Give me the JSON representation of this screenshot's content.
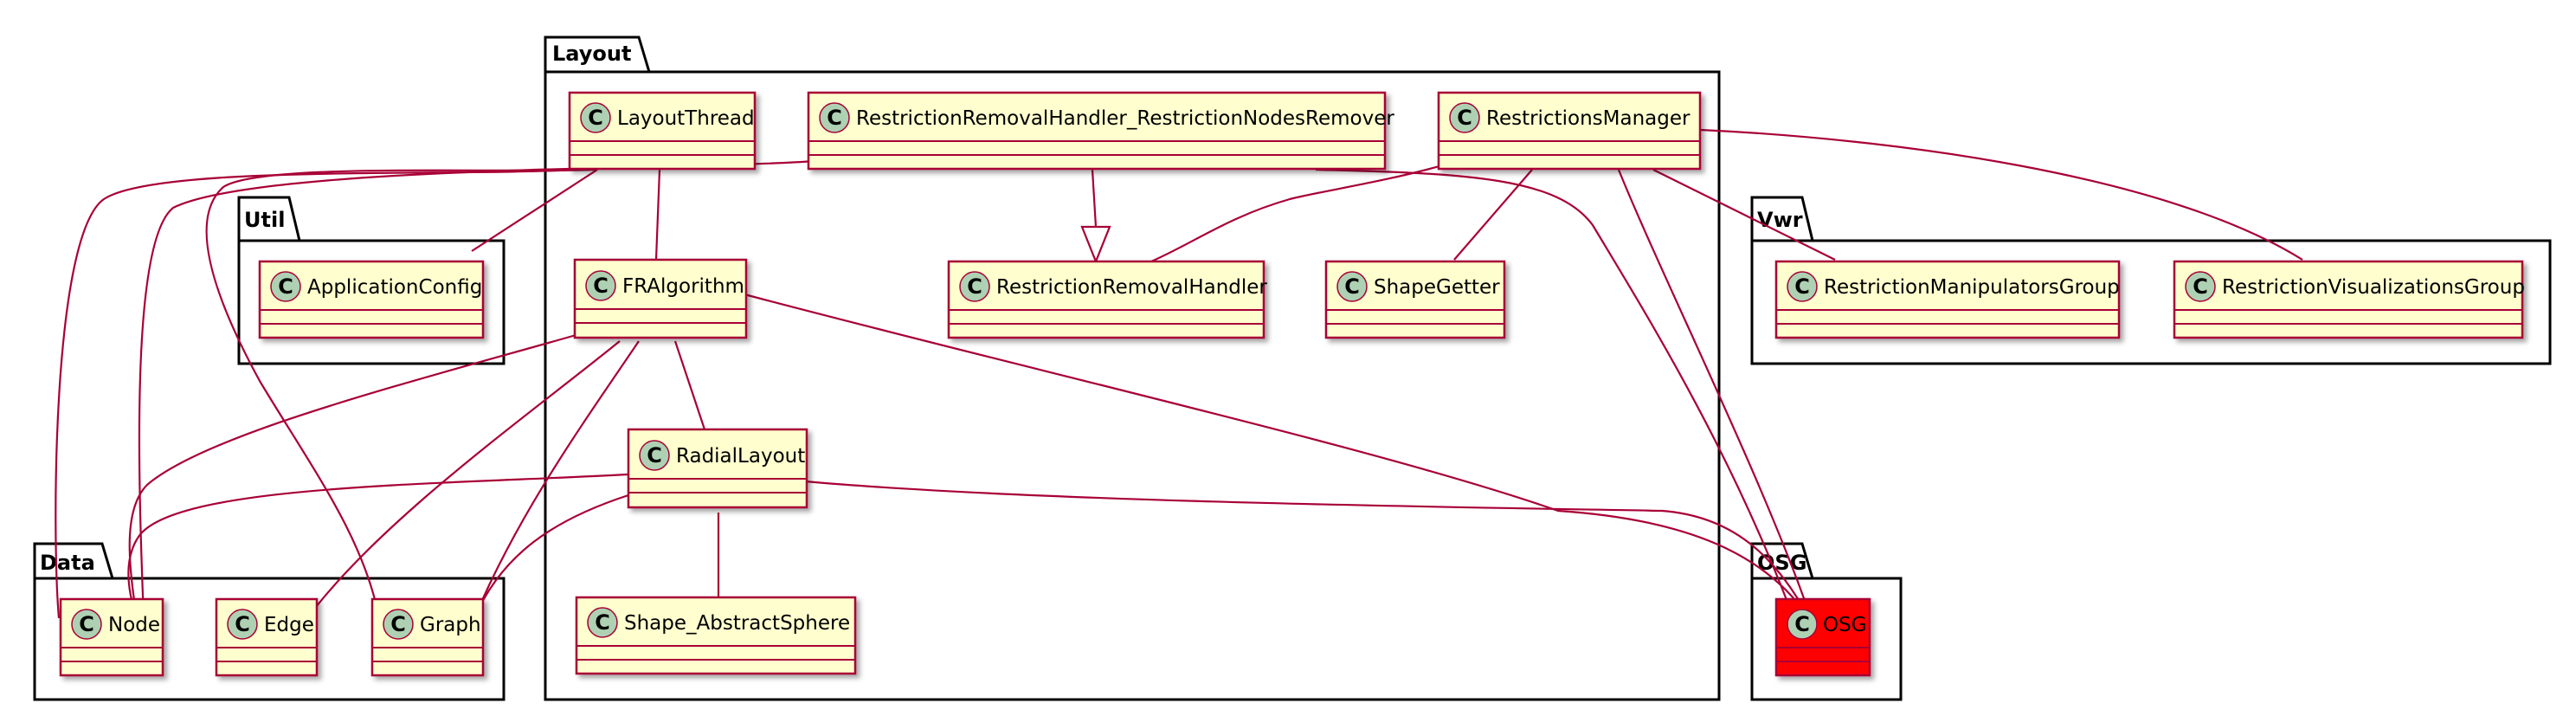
{
  "diagram": {
    "type": "uml-class-diagram",
    "colors": {
      "class_fill": "#fefece",
      "class_border": "#a80036",
      "highlight_fill": "#ff0000",
      "edge": "#a80036",
      "stereotype_circle": "#add1b2",
      "package_border": "#000000"
    },
    "class_glyph": "C",
    "packages": [
      {
        "id": "layout",
        "label": "Layout"
      },
      {
        "id": "util",
        "label": "Util"
      },
      {
        "id": "vwr",
        "label": "Vwr"
      },
      {
        "id": "osg",
        "label": "OSG"
      },
      {
        "id": "data",
        "label": "Data"
      }
    ],
    "classes": [
      {
        "id": "LayoutThread",
        "label": "LayoutThread",
        "package": "layout"
      },
      {
        "id": "RRH_RNR",
        "label": "RestrictionRemovalHandler_RestrictionNodesRemover",
        "package": "layout"
      },
      {
        "id": "RestrictionsManager",
        "label": "RestrictionsManager",
        "package": "layout"
      },
      {
        "id": "FRAlgorithm",
        "label": "FRAlgorithm",
        "package": "layout"
      },
      {
        "id": "RestrictionRemovalHandler",
        "label": "RestrictionRemovalHandler",
        "package": "layout"
      },
      {
        "id": "ShapeGetter",
        "label": "ShapeGetter",
        "package": "layout"
      },
      {
        "id": "RadialLayout",
        "label": "RadialLayout",
        "package": "layout"
      },
      {
        "id": "Shape_AbstractSphere",
        "label": "Shape_AbstractSphere",
        "package": "layout"
      },
      {
        "id": "ApplicationConfig",
        "label": "ApplicationConfig",
        "package": "util"
      },
      {
        "id": "RestrictionManipulatorsGroup",
        "label": "RestrictionManipulatorsGroup",
        "package": "vwr"
      },
      {
        "id": "RestrictionVisualizationsGroup",
        "label": "RestrictionVisualizationsGroup",
        "package": "vwr"
      },
      {
        "id": "OSG",
        "label": "OSG",
        "package": "osg",
        "highlight": true
      },
      {
        "id": "Node",
        "label": "Node",
        "package": "data"
      },
      {
        "id": "Edge",
        "label": "Edge",
        "package": "data"
      },
      {
        "id": "Graph",
        "label": "Graph",
        "package": "data"
      }
    ],
    "relations": [
      {
        "from": "LayoutThread",
        "to": "ApplicationConfig",
        "kind": "association"
      },
      {
        "from": "LayoutThread",
        "to": "FRAlgorithm",
        "kind": "association"
      },
      {
        "from": "LayoutThread",
        "to": "Node",
        "kind": "association"
      },
      {
        "from": "LayoutThread",
        "to": "Graph",
        "kind": "association"
      },
      {
        "from": "RRH_RNR",
        "to": "RestrictionRemovalHandler",
        "kind": "generalization"
      },
      {
        "from": "RRH_RNR",
        "to": "Node",
        "kind": "association"
      },
      {
        "from": "RRH_RNR",
        "to": "OSG",
        "kind": "association"
      },
      {
        "from": "RestrictionsManager",
        "to": "RestrictionRemovalHandler",
        "kind": "association"
      },
      {
        "from": "RestrictionsManager",
        "to": "ShapeGetter",
        "kind": "association"
      },
      {
        "from": "RestrictionsManager",
        "to": "RestrictionManipulatorsGroup",
        "kind": "association"
      },
      {
        "from": "RestrictionsManager",
        "to": "RestrictionVisualizationsGroup",
        "kind": "association"
      },
      {
        "from": "RestrictionsManager",
        "to": "OSG",
        "kind": "association"
      },
      {
        "from": "FRAlgorithm",
        "to": "RadialLayout",
        "kind": "association"
      },
      {
        "from": "FRAlgorithm",
        "to": "Node",
        "kind": "association"
      },
      {
        "from": "FRAlgorithm",
        "to": "Edge",
        "kind": "association"
      },
      {
        "from": "FRAlgorithm",
        "to": "Graph",
        "kind": "association"
      },
      {
        "from": "FRAlgorithm",
        "to": "OSG",
        "kind": "association"
      },
      {
        "from": "RadialLayout",
        "to": "Shape_AbstractSphere",
        "kind": "association"
      },
      {
        "from": "RadialLayout",
        "to": "Node",
        "kind": "association"
      },
      {
        "from": "RadialLayout",
        "to": "Graph",
        "kind": "association"
      },
      {
        "from": "RadialLayout",
        "to": "OSG",
        "kind": "association"
      }
    ]
  }
}
